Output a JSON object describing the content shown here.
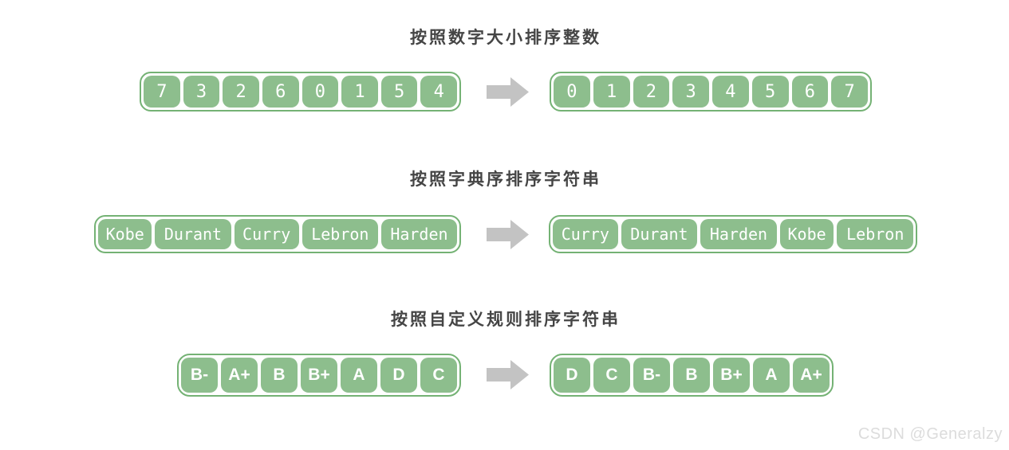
{
  "colors": {
    "cell_green": "#8dbe8d",
    "container_border": "#74b274",
    "arrow_gray": "#c3c3c3",
    "title_gray": "#454545",
    "watermark_gray": "#dcdcdc"
  },
  "rows": [
    {
      "title": "按照数字大小排序整数",
      "input": [
        "7",
        "3",
        "2",
        "6",
        "0",
        "1",
        "5",
        "4"
      ],
      "output": [
        "0",
        "1",
        "2",
        "3",
        "4",
        "5",
        "6",
        "7"
      ]
    },
    {
      "title": "按照字典序排序字符串",
      "input": [
        "Kobe",
        "Durant",
        "Curry",
        "Lebron",
        "Harden"
      ],
      "output": [
        "Curry",
        "Durant",
        "Harden",
        "Kobe",
        "Lebron"
      ]
    },
    {
      "title": "按照自定义规则排序字符串",
      "input": [
        "B-",
        "A+",
        "B",
        "B+",
        "A",
        "D",
        "C"
      ],
      "output": [
        "D",
        "C",
        "B-",
        "B",
        "B+",
        "A",
        "A+"
      ]
    }
  ],
  "arrow": {
    "icon": "right-block-arrow"
  },
  "watermark": {
    "text": "CSDN @Generalzy"
  }
}
